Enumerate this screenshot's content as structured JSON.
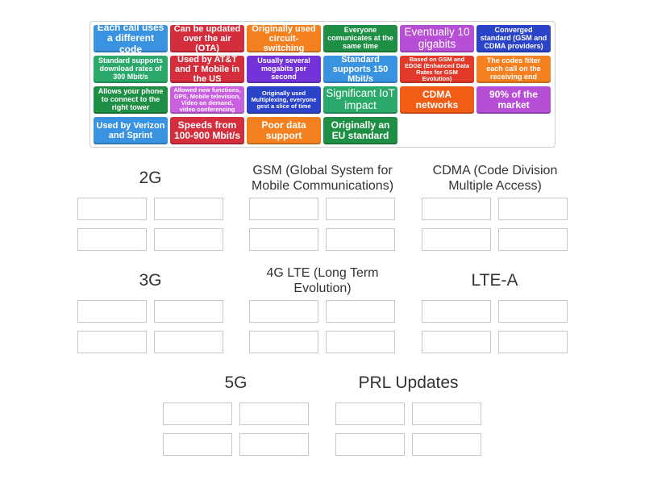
{
  "tiles": [
    {
      "text": "Each call uses a different code",
      "color": "#3a93e0"
    },
    {
      "text": "Can be updated over the air (OTA)",
      "color": "#d42d3c"
    },
    {
      "text": "Originally used circuit-switching",
      "color": "#f4801f"
    },
    {
      "text": "Everyone comunicates at the same time",
      "color": "#1e8f44"
    },
    {
      "text": "Eventually 10 gigabits",
      "color": "#b64ed6"
    },
    {
      "text": "Converged standard (GSM and CDMA providers)",
      "color": "#2a43c8"
    },
    {
      "text": "Standard supports download rates of 300 Mbit/s",
      "color": "#2aa96b"
    },
    {
      "text": "Used by AT&T and T Mobile in the US",
      "color": "#d42d3c"
    },
    {
      "text": "Usually several megabits per second",
      "color": "#7333d9"
    },
    {
      "text": "Standard supports 150 Mbit/s",
      "color": "#3a93e0"
    },
    {
      "text": "Based on GSM and EDGE (Enhanced Data Rates for GSM Evolution)",
      "color": "#e23a2a"
    },
    {
      "text": "The codes filter each call on the receiving end",
      "color": "#f4801f"
    },
    {
      "text": "Allows your phone to connect to the right tower",
      "color": "#1e8f44"
    },
    {
      "text": "Allowed new functions, GPS, Mobile television, Video on demand, video conferencing",
      "color": "#c860e0"
    },
    {
      "text": "Originally used Multiplexing, everyone gest a slice of time",
      "color": "#2a43c8"
    },
    {
      "text": "Significant IoT impact",
      "color": "#2aa96b"
    },
    {
      "text": "CDMA networks",
      "color": "#f25d16"
    },
    {
      "text": "90% of the market",
      "color": "#b64ed6"
    },
    {
      "text": "Used by Verizon and Sprint",
      "color": "#3a93e0"
    },
    {
      "text": "Speeds from 100-900 Mbit/s",
      "color": "#d42d3c"
    },
    {
      "text": "Poor data support",
      "color": "#f4801f"
    },
    {
      "text": "Originally an EU standard",
      "color": "#1e8f44"
    }
  ],
  "groups": [
    {
      "title": "2G"
    },
    {
      "title": "GSM (Global System for Mobile Communications)"
    },
    {
      "title": "CDMA (Code Division Multiple Access)"
    },
    {
      "title": "3G"
    },
    {
      "title": "4G LTE (Long Term Evolution)"
    },
    {
      "title": "LTE-A"
    },
    {
      "title": "5G"
    },
    {
      "title": "PRL Updates"
    }
  ]
}
